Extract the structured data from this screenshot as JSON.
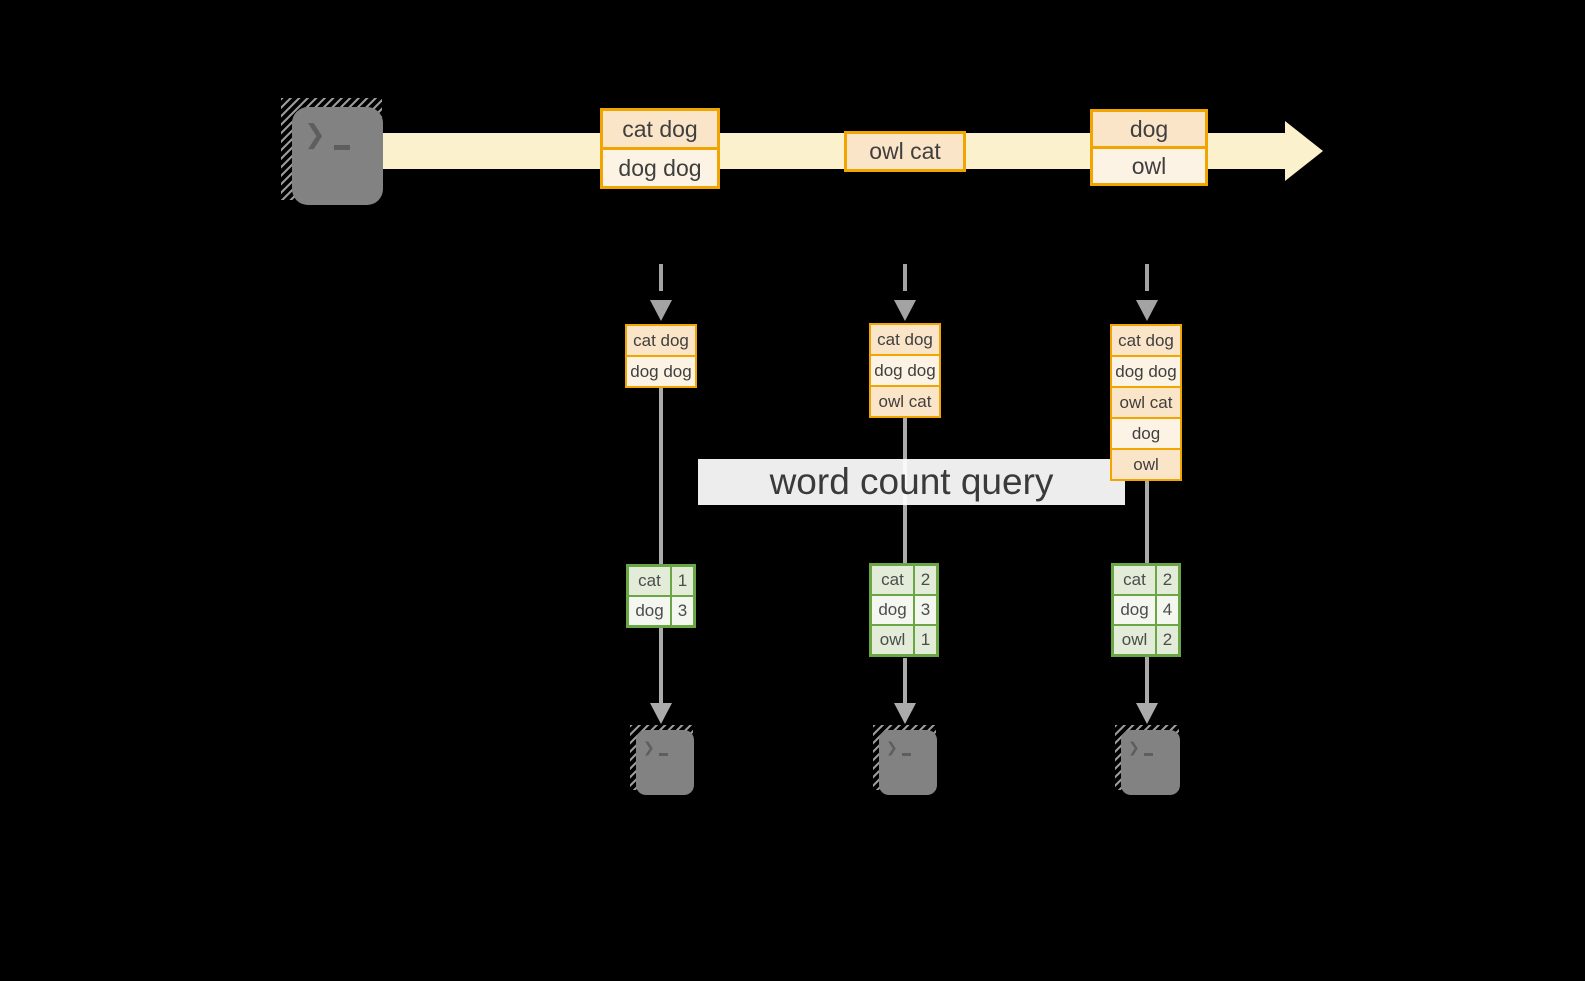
{
  "diagram": {
    "banner_label": "word count query",
    "stream_messages": [
      {
        "records": [
          "cat dog",
          "dog dog"
        ]
      },
      {
        "records": [
          "owl cat"
        ]
      },
      {
        "records": [
          "dog",
          "owl"
        ]
      }
    ],
    "consumers": [
      {
        "received": [
          "cat dog",
          "dog dog"
        ],
        "count_rows": [
          [
            "cat",
            "1"
          ],
          [
            "dog",
            "3"
          ]
        ]
      },
      {
        "received": [
          "cat dog",
          "dog dog",
          "owl cat"
        ],
        "count_rows": [
          [
            "cat",
            "2"
          ],
          [
            "dog",
            "3"
          ],
          [
            "owl",
            "1"
          ]
        ]
      },
      {
        "received": [
          "cat dog",
          "dog dog",
          "owl cat",
          "dog",
          "owl"
        ],
        "count_rows": [
          [
            "cat",
            "2"
          ],
          [
            "dog",
            "4"
          ],
          [
            "owl",
            "2"
          ]
        ]
      }
    ],
    "icons": {
      "producer": "terminal-icon",
      "consumers": [
        "terminal-icon",
        "terminal-icon",
        "terminal-icon"
      ]
    },
    "colors": {
      "record_border": "#F0A500",
      "record_fill_a": "#FBE5C9",
      "record_fill_b": "#FDF3E4",
      "stream_band": "#FBF1CC",
      "table_border": "#6BA644",
      "table_fill_a": "#E2ECD9",
      "table_fill_b": "#F3F7F0",
      "connector_gray": "#ABABAB",
      "banner_bg": "#FFFFFF",
      "background": "#000000"
    }
  }
}
